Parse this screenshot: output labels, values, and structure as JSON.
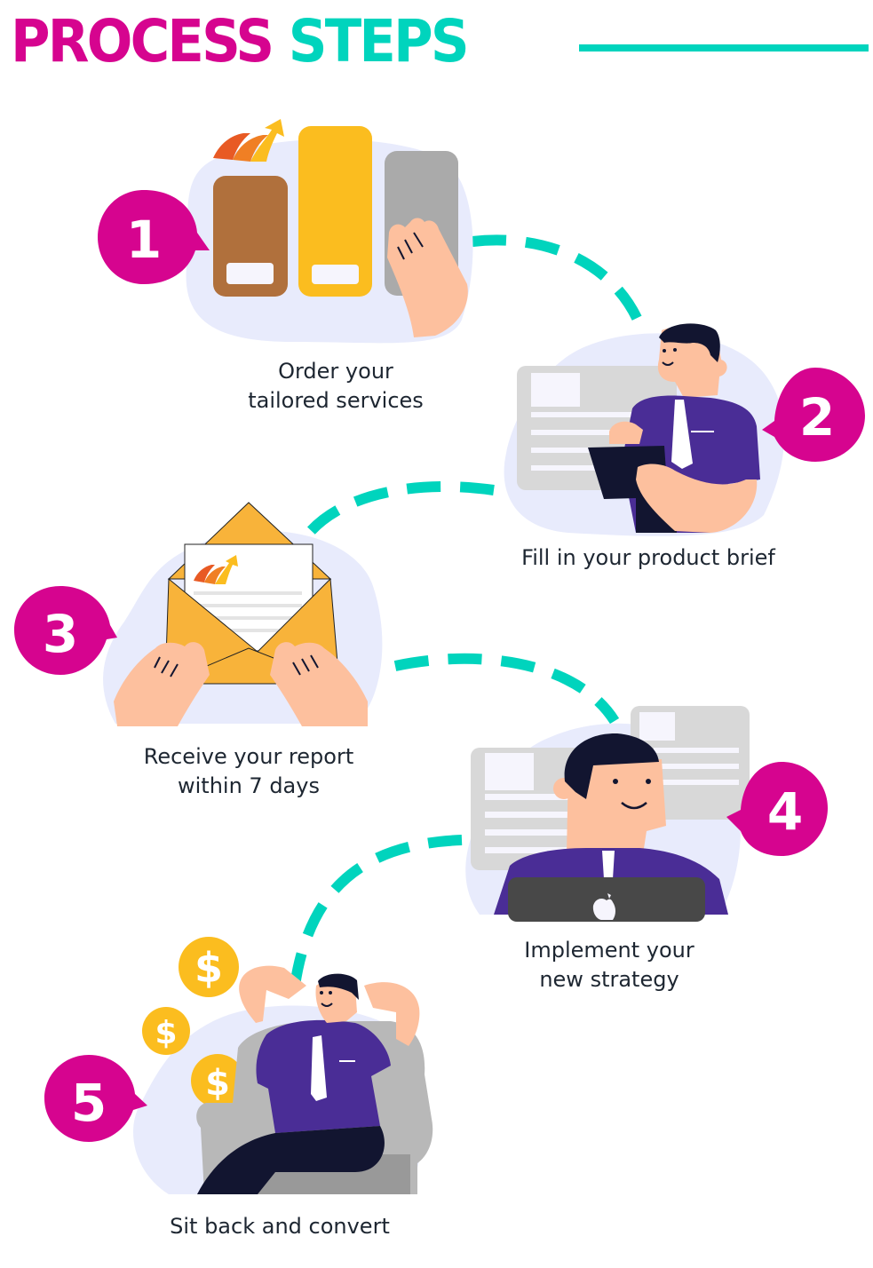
{
  "header": {
    "title_word1": "PROCESS",
    "title_word2": "STEPS"
  },
  "colors": {
    "magenta": "#d6048f",
    "teal": "#00d4bd",
    "blob": "#e8ebfc",
    "purple_shirt": "#4a2d96",
    "skin": "#fdc09e",
    "hair": "#121530",
    "gold": "#fbbd1f",
    "brown": "#b0703c",
    "gray": "#aaaaaa",
    "text": "#1d2631"
  },
  "steps": [
    {
      "number": "1",
      "line1": "Order your",
      "line2": "tailored services",
      "icon": "service-folders-icon"
    },
    {
      "number": "2",
      "line1": "Fill in your product brief",
      "line2": "",
      "icon": "man-with-tablet-icon"
    },
    {
      "number": "3",
      "line1": "Receive your report",
      "line2": "within 7 days",
      "icon": "open-envelope-report-icon"
    },
    {
      "number": "4",
      "line1": "Implement your",
      "line2": "new strategy",
      "icon": "man-with-laptop-icon"
    },
    {
      "number": "5",
      "line1": "Sit back and convert",
      "line2": "",
      "icon": "relaxing-man-coins-icon"
    }
  ],
  "coins": [
    "$",
    "$",
    "$"
  ]
}
